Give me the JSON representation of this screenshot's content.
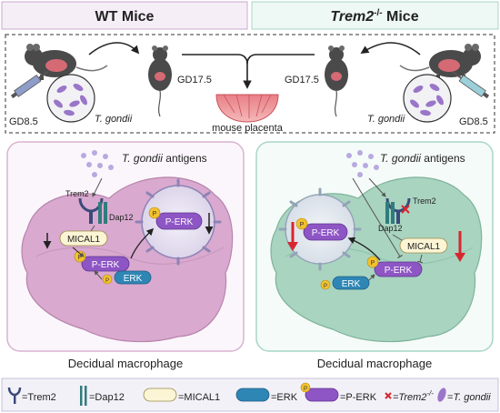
{
  "header": {
    "wt_title": "WT Mice",
    "trem2_title_main": "Trem2",
    "trem2_title_sup": "-/-",
    "trem2_title_rest": " Mice"
  },
  "top": {
    "gd85_left": "GD8.5",
    "gd85_right": "GD8.5",
    "tgondii_left": "T. gondii",
    "tgondii_right": "T. gondii",
    "gd175_left": "GD17.5",
    "gd175_right": "GD17.5",
    "placenta_label": "mouse placenta"
  },
  "left_panel": {
    "antigen_label_italic": "T. gondii",
    "antigen_label_rest": " antigens",
    "trem2_label": "Trem2",
    "dap12_label": "Dap12",
    "mical1_label": "MICAL1",
    "perk_cyto_label": "P-ERK",
    "perk_nuc_label": "P-ERK",
    "erk_label": "ERK",
    "p_badge": "P",
    "caption": "Decidual macrophage"
  },
  "right_panel": {
    "antigen_label_italic": "T. gondii",
    "antigen_label_rest": " antigens",
    "trem2_label": "Trem2",
    "dap12_label": "Dap12",
    "mical1_label": "MICAL1",
    "perk_cyto_label": "P-ERK",
    "perk_nuc_label": "P-ERK",
    "erk_label": "ERK",
    "p_badge": "P",
    "caption": "Decidual macrophage"
  },
  "legend": {
    "trem2": "=Trem2",
    "dap12": "=Dap12",
    "mical1": "=MICAL1",
    "erk": "=ERK",
    "perk": "=P-ERK",
    "ko_main": "=Trem2",
    "ko_sup": "-/-",
    "tgondii": "=T. gondii",
    "p_badge": "P"
  },
  "colors": {
    "wt_header": "#f6eef7",
    "ko_header": "#eef8f5",
    "wt_cell": "#d9a9cf",
    "ko_cell": "#a9d4c0",
    "mical1": "#fbf4d5",
    "erk": "#2e86b5",
    "perk": "#8e55c4",
    "p_badge": "#f2c12e",
    "parasite": "#9a76c8",
    "red_arrow": "#d8262f"
  }
}
